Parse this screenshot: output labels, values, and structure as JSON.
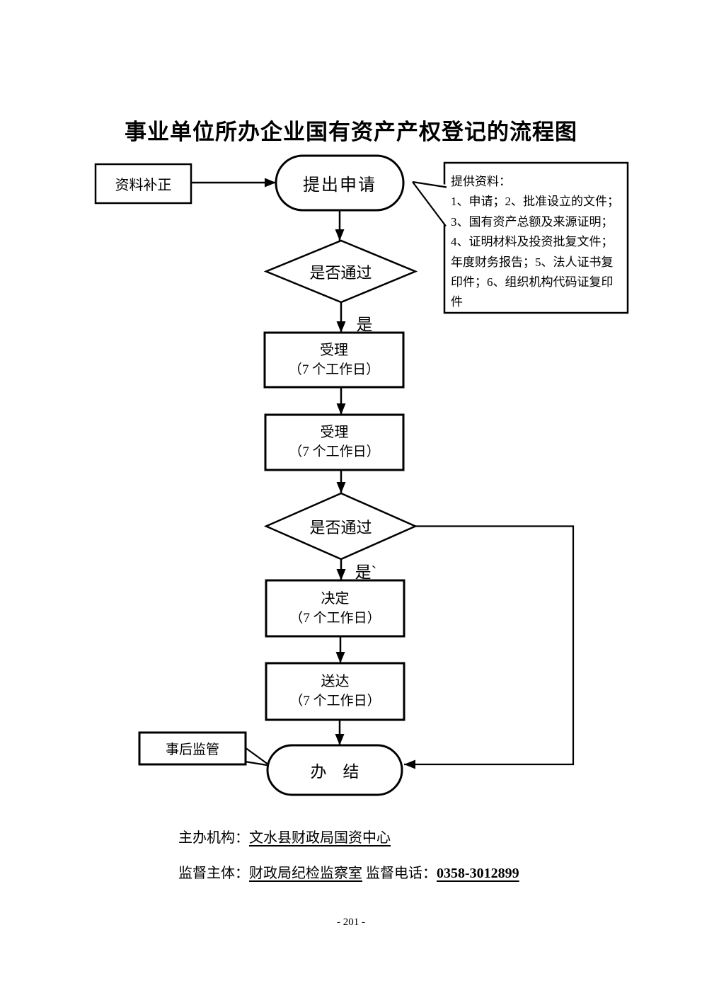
{
  "page": {
    "title": "事业单位所办企业国有资产产权登记的流程图",
    "page_number": "- 201 -"
  },
  "flowchart": {
    "supplement_box": "资料补正",
    "start_node": "提出申请",
    "info_box": {
      "lines": [
        "提供资料：",
        "1、申请；2、批准设立的文件；",
        "3、国有资产总额及来源证明；",
        "4、证明材料及投资批复文件；",
        "年度财务报告；5、法人证书复",
        "印件；6、组织机构代码证复印",
        "件"
      ]
    },
    "decision1": "是否通过",
    "yes1": "是",
    "accept1": {
      "line1": "受理",
      "line2": "（7 个工作日）"
    },
    "accept2": {
      "line1": "受理",
      "line2": "（7 个工作日）"
    },
    "decision2": "是否通过",
    "yes2": "是`",
    "decide": {
      "line1": "决定",
      "line2": "（7 个工作日）"
    },
    "deliver": {
      "line1": "送达",
      "line2": "（7 个工作日）"
    },
    "supervision_box": "事后监管",
    "end_node": "办　结"
  },
  "footer": {
    "organizer_label": "主办机构：",
    "organizer_value": "文水县财政局国资中心",
    "supervisor_label": "监督主体：",
    "supervisor_value": "财政局纪检监察室",
    "phone_label": "监督电话：",
    "phone_value": "0358-3012899"
  },
  "colors": {
    "line": "#000000",
    "background": "#ffffff"
  }
}
